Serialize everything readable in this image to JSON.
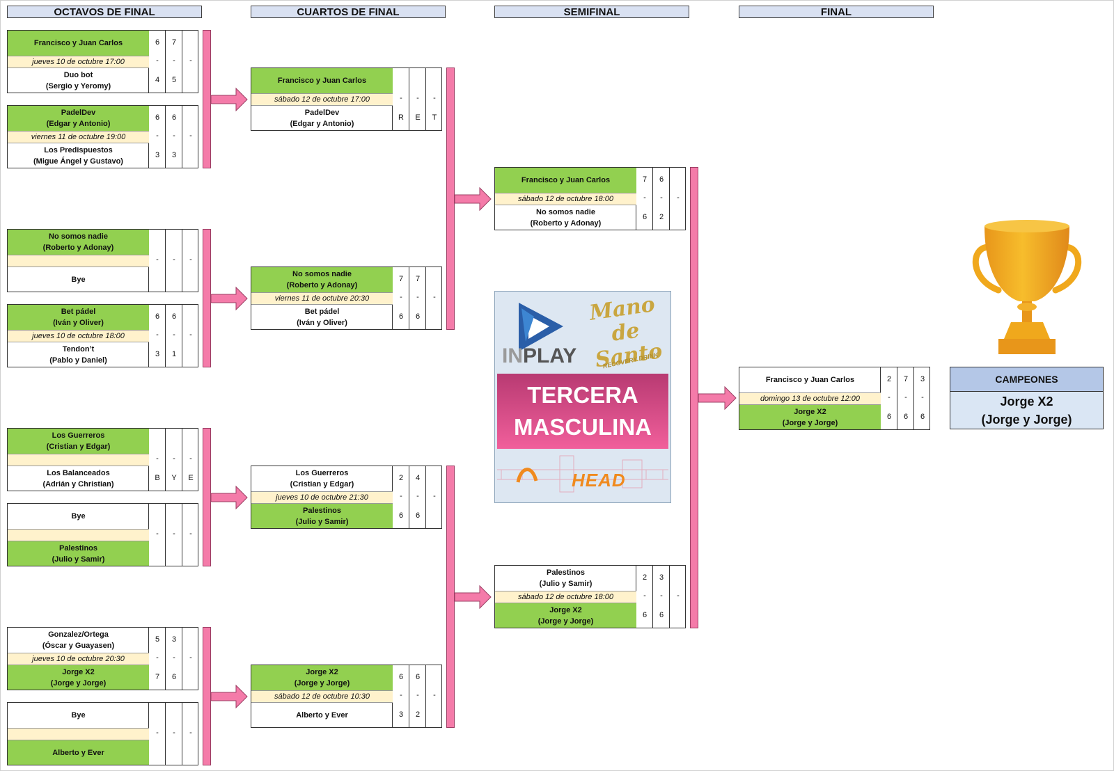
{
  "headers": {
    "r16": "OCTAVOS DE FINAL",
    "qf": "CUARTOS DE FINAL",
    "sf": "SEMIFINAL",
    "final": "FINAL"
  },
  "division": {
    "line1": "TERCERA",
    "line2": "MASCULINA"
  },
  "sponsors": {
    "inplay": "PLAY",
    "inplay_prefix": "IN",
    "mano": "Mano de Santo",
    "recovery": "RECOVERY DRINK",
    "head": "HEAD"
  },
  "champions": {
    "label": "CAMPEONES",
    "name": "Jorge X2",
    "players": "(Jorge y Jorge)"
  },
  "colors": {
    "winner": "#92d050",
    "date_bg": "#fff2cc",
    "bar": "#f47ba9",
    "header_bg": "#d9e1f2",
    "champ_head": "#b4c7e7",
    "champ_body": "#dae6f4",
    "trophy": "#f0a81c"
  },
  "matches": [
    {
      "round": "r16",
      "date": "jueves 10 de octubre 17:00",
      "top": {
        "name": "Francisco y Juan Carlos",
        "players": "",
        "win": true
      },
      "bottom": {
        "name": "Duo bot",
        "players": "(Sergio y Yeromy)",
        "win": false
      },
      "sets": [
        [
          "6",
          "-",
          "4"
        ],
        [
          "7",
          "-",
          "5"
        ],
        [
          "",
          "-",
          ""
        ]
      ]
    },
    {
      "round": "r16",
      "date": "viernes 11 de octubre 19:00",
      "top": {
        "name": "PadelDev",
        "players": "(Edgar y Antonio)",
        "win": true
      },
      "bottom": {
        "name": "Los Predispuestos",
        "players": "(Migue Ángel y Gustavo)",
        "win": false
      },
      "sets": [
        [
          "6",
          "-",
          "3"
        ],
        [
          "6",
          "-",
          "3"
        ],
        [
          "",
          "-",
          ""
        ]
      ]
    },
    {
      "round": "r16",
      "date": "",
      "top": {
        "name": "No somos nadie",
        "players": "(Roberto y Adonay)",
        "win": true
      },
      "bottom": {
        "name": "Bye",
        "players": "",
        "win": false
      },
      "sets": [
        [
          "",
          "-",
          ""
        ],
        [
          "",
          "-",
          ""
        ],
        [
          "",
          "-",
          ""
        ]
      ]
    },
    {
      "round": "r16",
      "date": "jueves 10 de octubre 18:00",
      "top": {
        "name": "Bet pádel",
        "players": "(Iván y Oliver)",
        "win": true
      },
      "bottom": {
        "name": "Tendon’t",
        "players": "(Pablo y Daniel)",
        "win": false
      },
      "sets": [
        [
          "6",
          "-",
          "3"
        ],
        [
          "6",
          "-",
          "1"
        ],
        [
          "",
          "-",
          ""
        ]
      ]
    },
    {
      "round": "r16",
      "date": "",
      "top": {
        "name": "Los Guerreros",
        "players": "(Cristian y Edgar)",
        "win": true
      },
      "bottom": {
        "name": "Los Balanceados",
        "players": "(Adrián y Christian)",
        "win": false
      },
      "sets": [
        [
          "",
          "-",
          "B"
        ],
        [
          "",
          "-",
          "Y"
        ],
        [
          "",
          "-",
          "E"
        ]
      ]
    },
    {
      "round": "r16",
      "date": "",
      "top": {
        "name": "Bye",
        "players": "",
        "win": false
      },
      "bottom": {
        "name": "Palestinos",
        "players": "(Julio y Samir)",
        "win": true
      },
      "sets": [
        [
          "",
          "-",
          ""
        ],
        [
          "",
          "-",
          ""
        ],
        [
          "",
          "-",
          ""
        ]
      ]
    },
    {
      "round": "r16",
      "date": "jueves 10 de octubre 20:30",
      "top": {
        "name": "Gonzalez/Ortega",
        "players": "(Óscar y Guayasen)",
        "win": false
      },
      "bottom": {
        "name": "Jorge X2",
        "players": "(Jorge y Jorge)",
        "win": true
      },
      "sets": [
        [
          "5",
          "-",
          "7"
        ],
        [
          "3",
          "-",
          "6"
        ],
        [
          "",
          "-",
          ""
        ]
      ]
    },
    {
      "round": "r16",
      "date": "",
      "top": {
        "name": "Bye",
        "players": "",
        "win": false
      },
      "bottom": {
        "name": "Alberto y Ever",
        "players": "",
        "win": true
      },
      "sets": [
        [
          "",
          "-",
          ""
        ],
        [
          "",
          "-",
          ""
        ],
        [
          "",
          "-",
          ""
        ]
      ]
    },
    {
      "round": "qf",
      "date": "sábado 12 de octubre 17:00",
      "top": {
        "name": "Francisco y Juan Carlos",
        "players": "",
        "win": true
      },
      "bottom": {
        "name": "PadelDev",
        "players": "(Edgar y Antonio)",
        "win": false
      },
      "sets": [
        [
          "",
          "-",
          "R"
        ],
        [
          "",
          "-",
          "E"
        ],
        [
          "",
          "-",
          "T"
        ]
      ]
    },
    {
      "round": "qf",
      "date": "viernes 11 de octubre 20:30",
      "top": {
        "name": "No somos nadie",
        "players": "(Roberto y Adonay)",
        "win": true
      },
      "bottom": {
        "name": "Bet pádel",
        "players": "(Iván y Oliver)",
        "win": false
      },
      "sets": [
        [
          "7",
          "-",
          "6"
        ],
        [
          "7",
          "-",
          "6"
        ],
        [
          "",
          "-",
          ""
        ]
      ]
    },
    {
      "round": "qf",
      "date": "jueves 10 de octubre 21:30",
      "top": {
        "name": "Los Guerreros",
        "players": "(Cristian y Edgar)",
        "win": false
      },
      "bottom": {
        "name": "Palestinos",
        "players": "(Julio y Samir)",
        "win": true
      },
      "sets": [
        [
          "2",
          "-",
          "6"
        ],
        [
          "4",
          "-",
          "6"
        ],
        [
          "",
          "-",
          ""
        ]
      ]
    },
    {
      "round": "qf",
      "date": "sábado 12 de octubre 10:30",
      "top": {
        "name": "Jorge X2",
        "players": "(Jorge y Jorge)",
        "win": true
      },
      "bottom": {
        "name": "Alberto y Ever",
        "players": "",
        "win": false
      },
      "sets": [
        [
          "6",
          "-",
          "3"
        ],
        [
          "6",
          "-",
          "2"
        ],
        [
          "",
          "-",
          ""
        ]
      ]
    },
    {
      "round": "sf",
      "date": "sábado 12 de octubre 18:00",
      "top": {
        "name": "Francisco y Juan Carlos",
        "players": "",
        "win": true
      },
      "bottom": {
        "name": "No somos nadie",
        "players": "(Roberto y Adonay)",
        "win": false
      },
      "sets": [
        [
          "7",
          "-",
          "6"
        ],
        [
          "6",
          "-",
          "2"
        ],
        [
          "",
          "-",
          ""
        ]
      ]
    },
    {
      "round": "sf",
      "date": "sábado 12 de octubre 18:00",
      "top": {
        "name": "Palestinos",
        "players": "(Julio y Samir)",
        "win": false
      },
      "bottom": {
        "name": "Jorge X2",
        "players": "(Jorge y Jorge)",
        "win": true
      },
      "sets": [
        [
          "2",
          "-",
          "6"
        ],
        [
          "3",
          "-",
          "6"
        ],
        [
          "",
          "-",
          ""
        ]
      ]
    },
    {
      "round": "final",
      "date": "domingo 13 de octubre 12:00",
      "top": {
        "name": "Francisco y Juan Carlos",
        "players": "",
        "win": false
      },
      "bottom": {
        "name": "Jorge X2",
        "players": "(Jorge y Jorge)",
        "win": true
      },
      "sets": [
        [
          "2",
          "-",
          "6"
        ],
        [
          "7",
          "-",
          "6"
        ],
        [
          "3",
          "-",
          "6"
        ]
      ]
    }
  ]
}
